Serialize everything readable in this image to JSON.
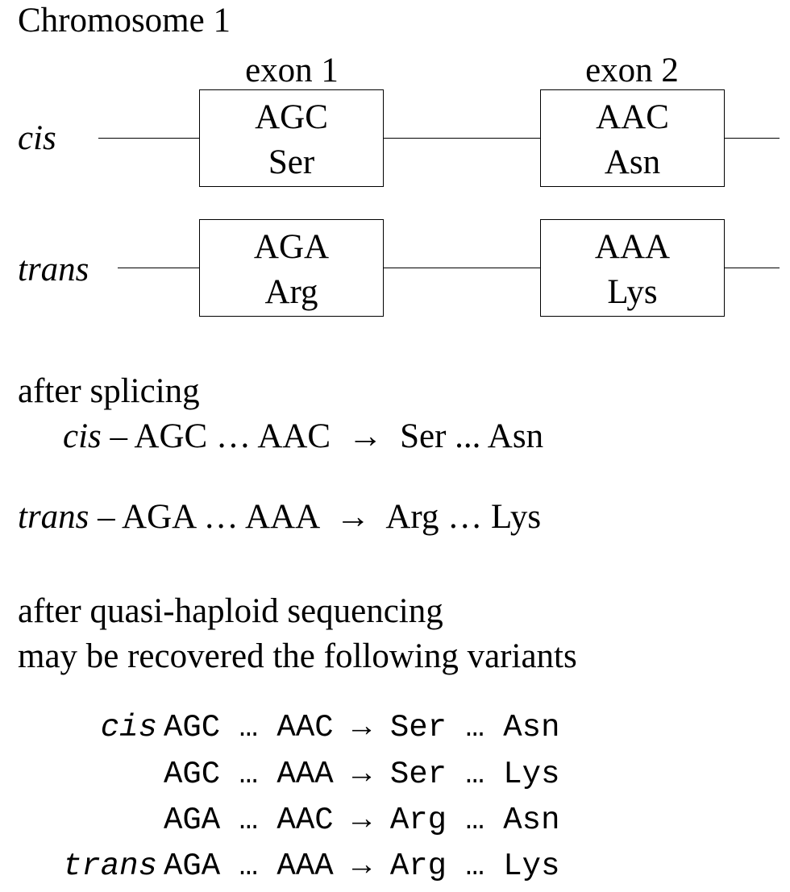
{
  "title": "Chromosome 1",
  "exons": [
    {
      "label": "exon 1"
    },
    {
      "label": "exon 2"
    }
  ],
  "strands": [
    {
      "name": "cis",
      "exon1": {
        "codon": "AGC",
        "amino": "Ser"
      },
      "exon2": {
        "codon": "AAC",
        "amino": "Asn"
      }
    },
    {
      "name": "trans",
      "exon1": {
        "codon": "AGA",
        "amino": "Arg"
      },
      "exon2": {
        "codon": "AAA",
        "amino": "Lys"
      }
    }
  ],
  "splicing": {
    "heading": "after splicing",
    "rows": [
      {
        "strand": "cis",
        "text": " – AGC … AAC  →  Ser ... Asn"
      },
      {
        "strand": "trans",
        "text": " – AGA … AAA  →  Arg … Lys"
      }
    ]
  },
  "sequencing": {
    "heading_line1": "after quasi-haploid sequencing",
    "heading_line2": "may be recovered the following variants",
    "variants": [
      {
        "strand": "cis",
        "text": "AGC … AAC → Ser … Asn"
      },
      {
        "strand": "",
        "text": "AGC … AAA → Ser … Lys"
      },
      {
        "strand": "",
        "text": "AGA … AAC → Arg … Asn"
      },
      {
        "strand": "trans",
        "text": "AGA … AAA → Arg … Lys"
      }
    ]
  }
}
